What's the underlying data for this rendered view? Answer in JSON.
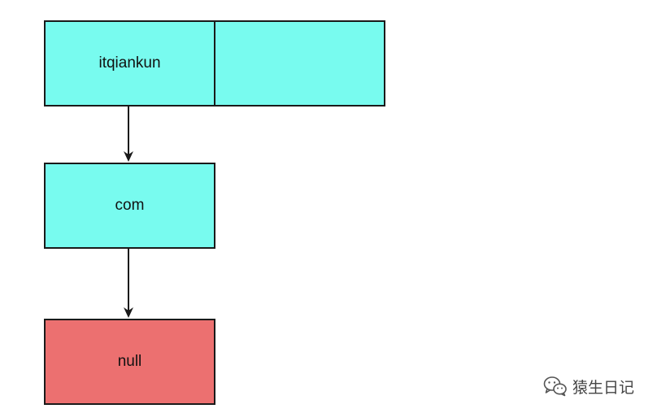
{
  "nodes": {
    "itqiankun": {
      "label": "itqiankun",
      "color": "#78fbef"
    },
    "itqiankun_next": {
      "label": "",
      "color": "#78fbef"
    },
    "com": {
      "label": "com",
      "color": "#78fbef"
    },
    "null": {
      "label": "null",
      "color": "#ec7070"
    }
  },
  "edges": [
    {
      "from": "itqiankun",
      "to": "com"
    },
    {
      "from": "com",
      "to": "null"
    }
  ],
  "watermark": {
    "icon": "wechat-icon",
    "text": "猿生日记"
  }
}
